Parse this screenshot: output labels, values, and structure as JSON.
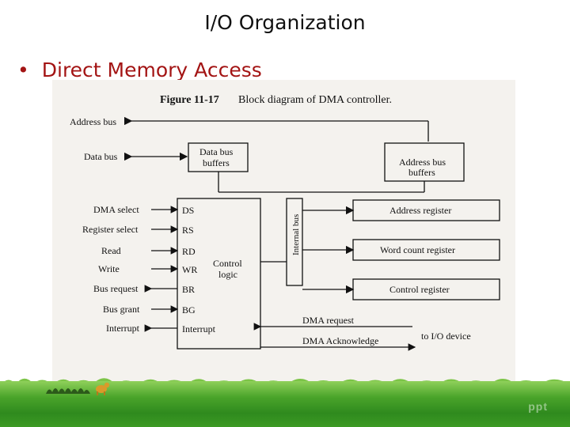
{
  "slide": {
    "title": "I/O Organization",
    "bullet": "Direct Memory Access"
  },
  "figure": {
    "caption_number": "Figure 11-17",
    "caption_text": "Block diagram of DMA controller.",
    "left_signals": [
      "Address bus",
      "Data bus",
      "DMA select",
      "Register select",
      "Read",
      "Write",
      "Bus request",
      "Bus grant",
      "Interrupt"
    ],
    "blocks": {
      "data_bus_buffers": [
        "Data bus",
        "buffers"
      ],
      "address_bus_buffers": [
        "Address bus",
        "buffers"
      ],
      "control_logic": [
        "Control",
        "logic"
      ],
      "internal_bus": "Internal bus",
      "address_register": "Address register",
      "word_count_register": "Word count register",
      "control_register": "Control register"
    },
    "control_pins": [
      "DS",
      "RS",
      "RD",
      "WR",
      "BR",
      "BG",
      "Interrupt"
    ],
    "io_signals": {
      "dma_request": "DMA request",
      "dma_acknowledge": "DMA Acknowledge",
      "to_io_device": "to I/O device"
    }
  },
  "footer": {
    "mark": "ppt"
  },
  "colors": {
    "bullet": "#a31414",
    "grass": "#3c9a24"
  }
}
